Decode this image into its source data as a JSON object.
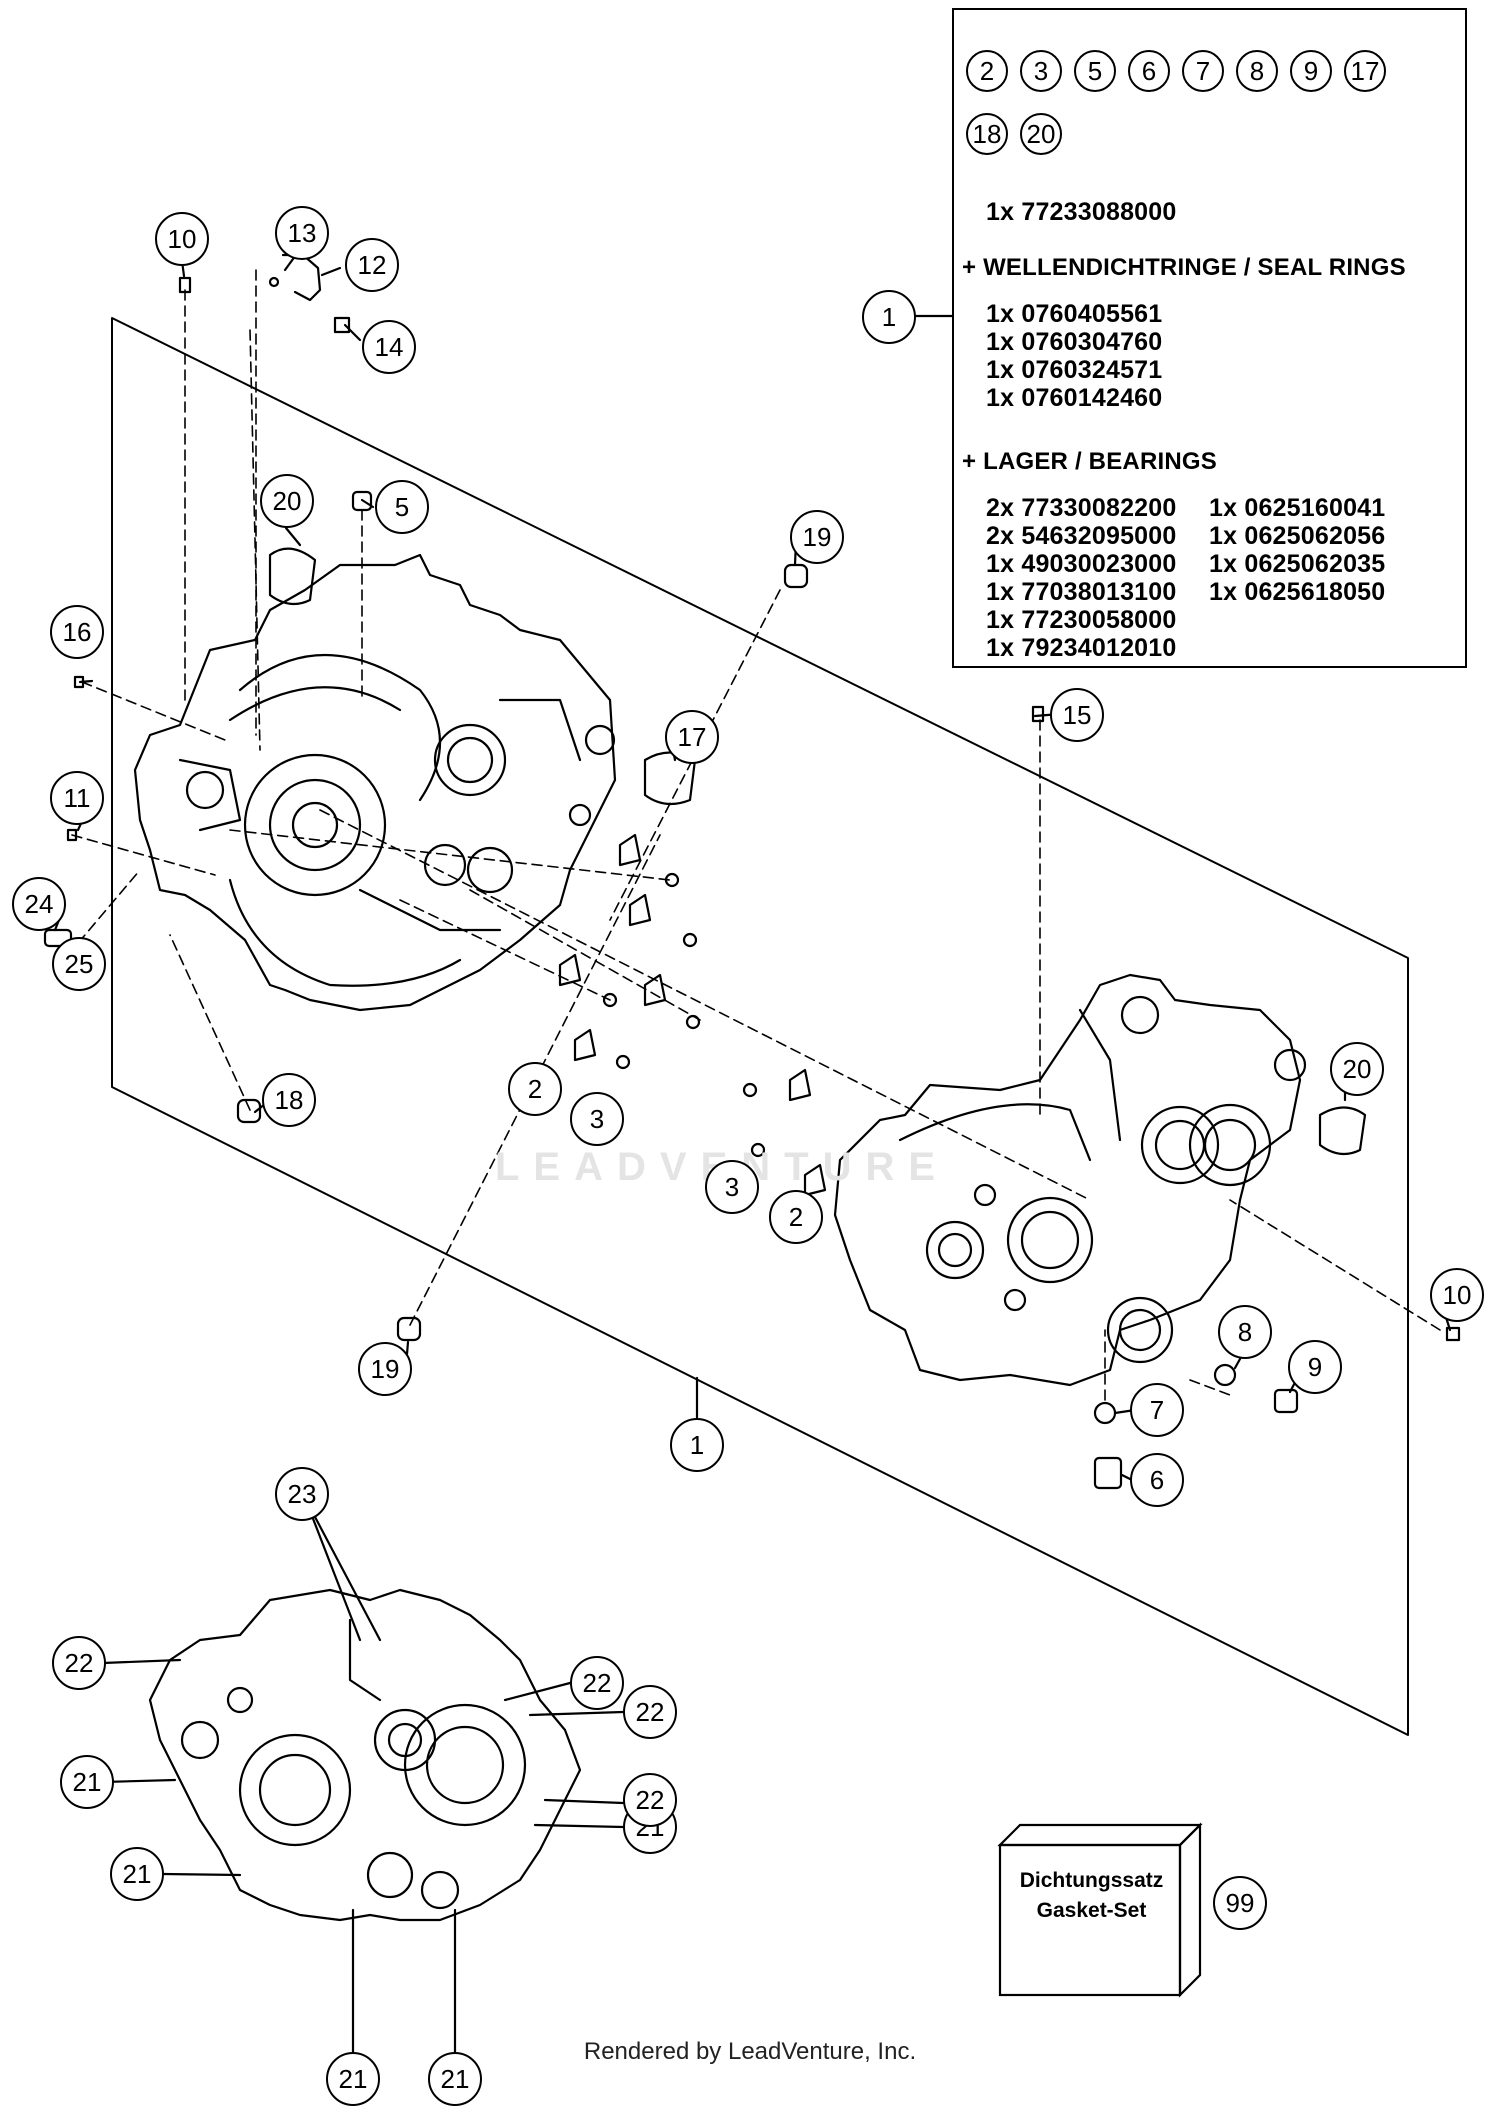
{
  "parts_box": {
    "chips_row1": [
      "2",
      "3",
      "5",
      "6",
      "7",
      "8",
      "9",
      "17"
    ],
    "chips_row2": [
      "18",
      "20"
    ],
    "main_part": "1x 77233088000",
    "seal_rings_heading": "+ WELLENDICHTRINGE / SEAL RINGS",
    "seal_rings": [
      "1x 0760405561",
      "1x 0760304760",
      "1x 0760324571",
      "1x 0760142460"
    ],
    "bearings_heading": "+ LAGER / BEARINGS",
    "bearings_col1": [
      "2x 77330082200",
      "2x 54632095000",
      "1x 49030023000",
      "1x 77038013100",
      "1x 77230058000",
      "1x 79234012010"
    ],
    "bearings_col2": [
      "1x 0625160041",
      "1x 0625062056",
      "1x 0625062035",
      "1x 0625618050"
    ]
  },
  "callouts": {
    "c1_box": "1",
    "c1_bottom": "1",
    "c2a": "2",
    "c2b": "2",
    "c3a": "3",
    "c3b": "3",
    "c5": "5",
    "c6": "6",
    "c7": "7",
    "c8": "8",
    "c9": "9",
    "c10a": "10",
    "c10b": "10",
    "c11": "11",
    "c12": "12",
    "c13": "13",
    "c14": "14",
    "c15": "15",
    "c16": "16",
    "c17": "17",
    "c18": "18",
    "c19a": "19",
    "c19b": "19",
    "c20a": "20",
    "c20b": "20",
    "c21a": "21",
    "c21b": "21",
    "c21c": "21",
    "c21d": "21",
    "c21e": "21",
    "c22a": "22",
    "c22b": "22",
    "c22c": "22",
    "c22d": "22",
    "c23": "23",
    "c24": "24",
    "c25": "25",
    "c99": "99"
  },
  "gasket": {
    "line1": "Dichtungssatz",
    "line2": "Gasket-Set"
  },
  "watermark": "LEADVENTURE",
  "footer": "Rendered by LeadVenture, Inc."
}
